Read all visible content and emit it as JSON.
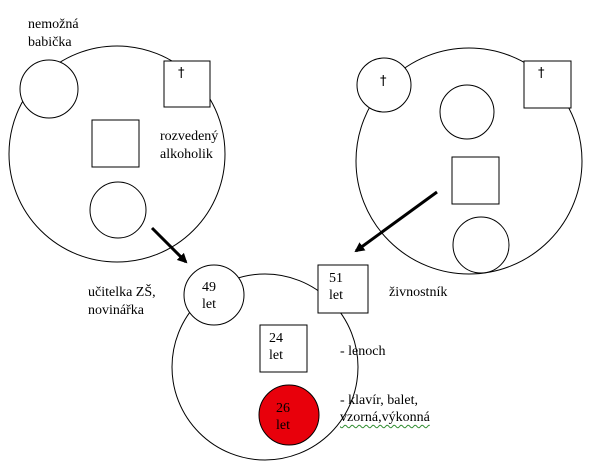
{
  "labels": {
    "grandmother": "nemožná\nbabička",
    "divorced": "rozvedený\nalkoholik",
    "teacher": "učitelka ZŠ,\nnovinářka",
    "tradesman": "živnostník",
    "lazy": "- lenoch",
    "hobbies_line1": "- klavír, balet,",
    "hobbies_line2": "vzorná,výkonná"
  },
  "people": {
    "mother_age": "49\nlet",
    "father_age": "51\nlet",
    "son_age": "24\nlet",
    "daughter_age": "26\nlet"
  },
  "symbols": {
    "deceased": "†"
  },
  "colors": {
    "highlight": "#e8000b",
    "squiggle": "#2e8b2e"
  }
}
